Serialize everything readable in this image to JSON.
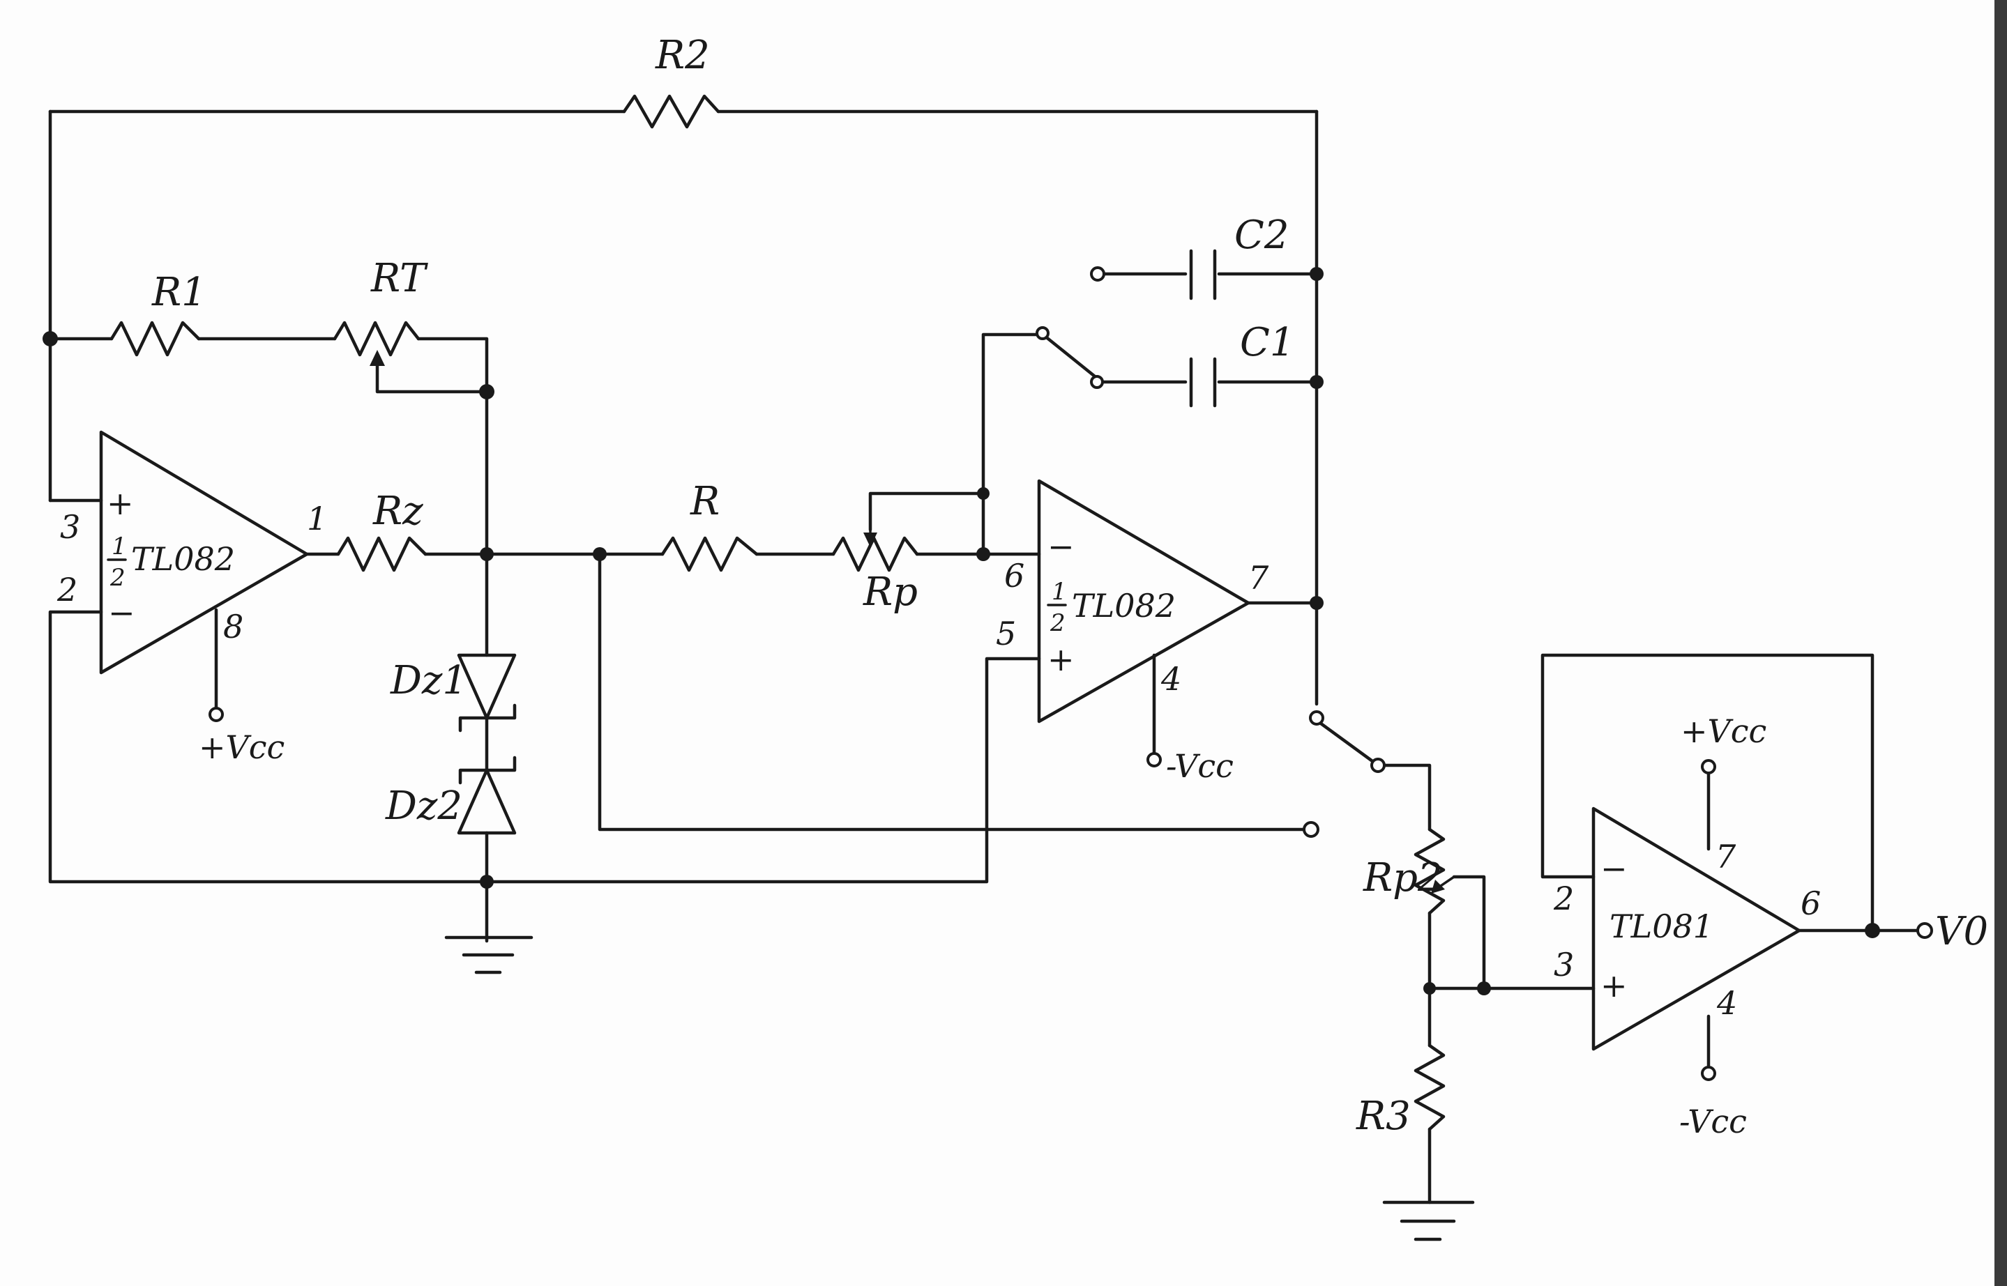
{
  "components": {
    "R2": "R2",
    "R1": "R1",
    "RT": "RT",
    "Rz": "Rz",
    "R": "R",
    "Rp": "Rp",
    "Rp2": "Rp2",
    "R3": "R3",
    "C1": "C1",
    "C2": "C2",
    "Dz1": "Dz1",
    "Dz2": "Dz2"
  },
  "u1": {
    "half": "1",
    "den": "2",
    "part": "TL082",
    "pin_noninv": "3",
    "pin_inv": "2",
    "pin_out": "1",
    "pin_supply": "8",
    "supply": "+Vcc",
    "sign_plus": "+",
    "sign_minus": "−"
  },
  "u2": {
    "half": "1",
    "den": "2",
    "part": "TL082",
    "pin_inv": "6",
    "pin_noninv": "5",
    "pin_out": "7",
    "pin_supply": "4",
    "supply": "-Vcc",
    "sign_plus": "+",
    "sign_minus": "−"
  },
  "u3": {
    "part": "TL081",
    "pin_inv": "2",
    "pin_noninv": "3",
    "pin_out": "6",
    "pin_vpos": "7",
    "pin_vneg": "4",
    "vpos": "+Vcc",
    "vneg": "-Vcc",
    "sign_plus": "+",
    "sign_minus": "−"
  },
  "output": "V0"
}
